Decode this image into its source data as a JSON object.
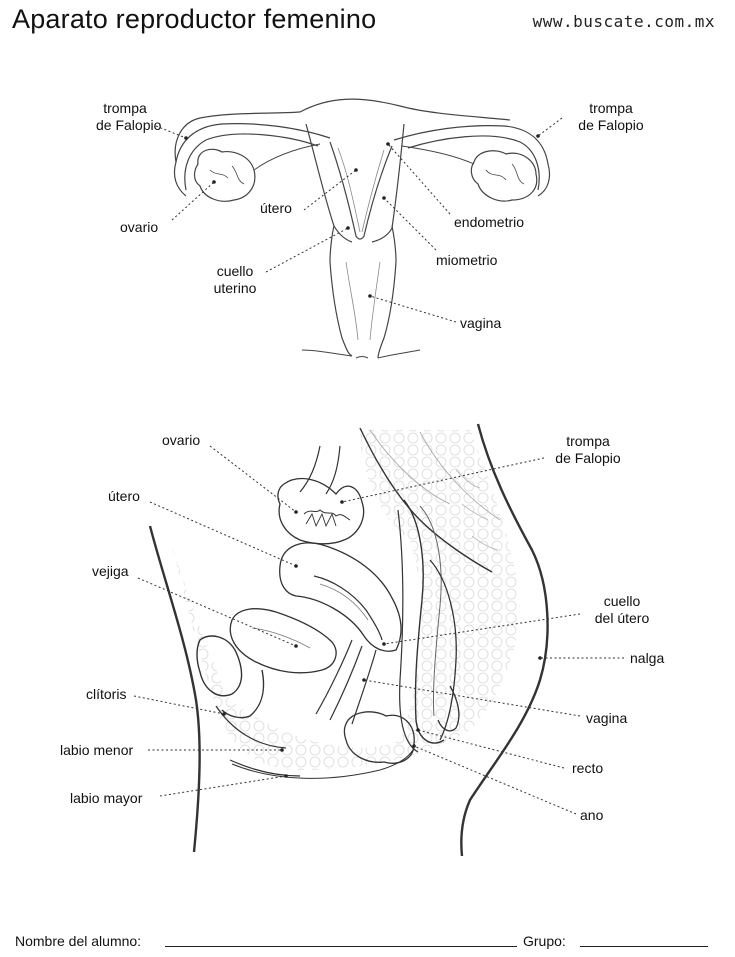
{
  "header": {
    "title": "Aparato reproductor femenino",
    "website": "www.buscate.com.mx"
  },
  "front_view": {
    "labels": {
      "trompa_left": "trompa\nde Falopio",
      "trompa_right": "trompa\nde Falopio",
      "ovario": "ovario",
      "utero": "útero",
      "endometrio": "endometrio",
      "miometrio": "miometrio",
      "cuello_uterino": "cuello\nuterino",
      "vagina": "vagina"
    }
  },
  "side_view": {
    "labels": {
      "ovario": "ovario",
      "utero": "útero",
      "vejiga": "vejiga",
      "clitoris": "clítoris",
      "labio_menor": "labio menor",
      "labio_mayor": "labio mayor",
      "trompa": "trompa\nde Falopio",
      "cuello_del_utero": "cuello\ndel útero",
      "nalga": "nalga",
      "vagina": "vagina",
      "recto": "recto",
      "ano": "ano"
    }
  },
  "footer": {
    "nombre_label": "Nombre del alumno:",
    "grupo_label": "Grupo:"
  }
}
